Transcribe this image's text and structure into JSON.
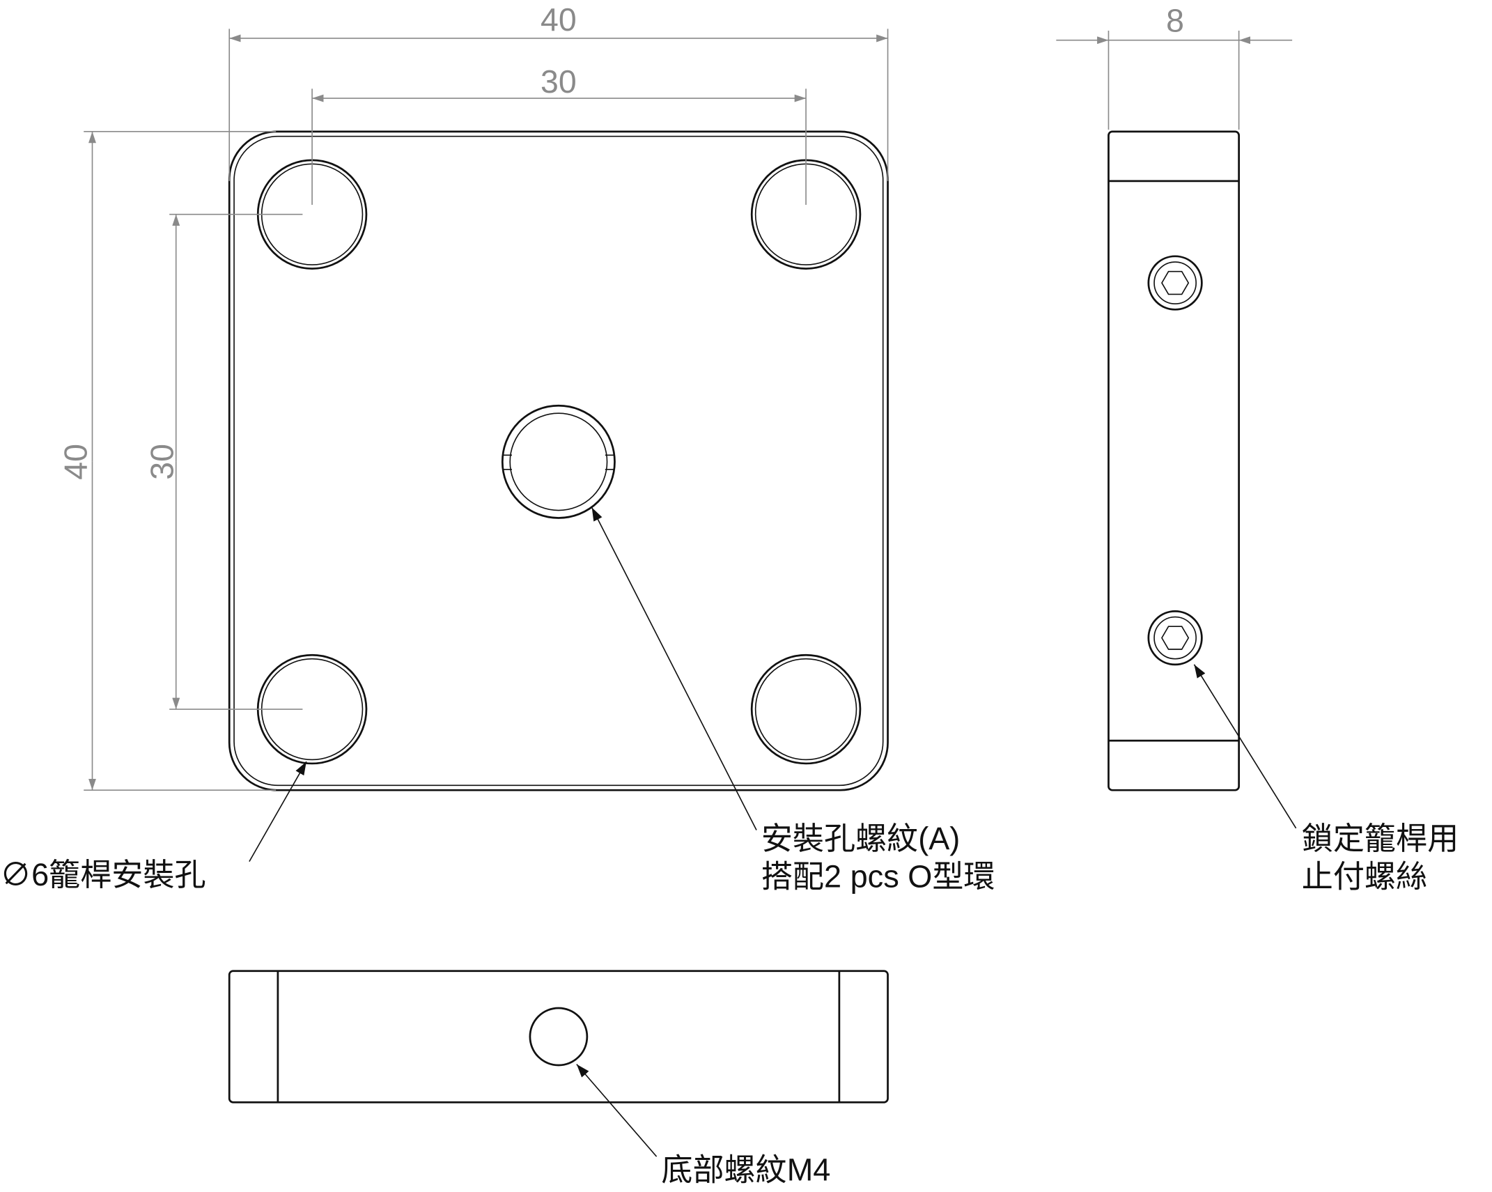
{
  "dimensions": {
    "top_width_outer": "40",
    "top_width_holes": "30",
    "left_height_outer": "40",
    "left_height_holes": "30",
    "side_thickness": "8"
  },
  "callouts": {
    "cage_rod_hole": "∅6籠桿安裝孔",
    "mount_thread_line1": "安裝孔螺紋(A)",
    "mount_thread_line2": "搭配2 pcs O型環",
    "set_screw_line1": "鎖定籠桿用",
    "set_screw_line2": "止付螺絲",
    "bottom_thread": "底部螺紋M4"
  },
  "colors": {
    "dimension": "#8a8a8a",
    "outline": "#111111"
  }
}
